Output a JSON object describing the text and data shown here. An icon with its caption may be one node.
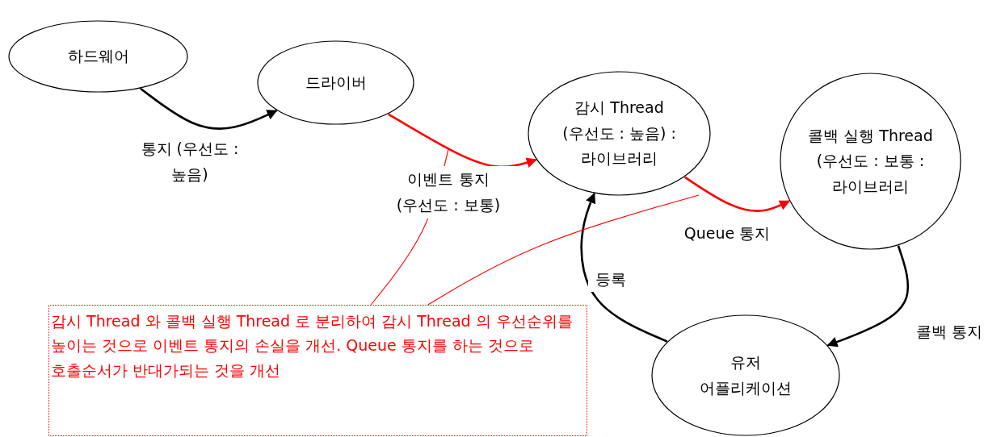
{
  "diagram": {
    "nodes": [
      {
        "text": [
          "하드웨어"
        ]
      },
      {
        "text": [
          "드라이버"
        ]
      },
      {
        "text": [
          "감시 Thread (우선도 : 높음) : 라이브러리"
        ]
      },
      {
        "text": [
          "콜백 실행 Thread (우선도 : 보통 : 라이브러리"
        ]
      },
      {
        "text": [
          "유저 어플리케이션"
        ]
      },
      {
        "text": [
          "감시 Thread 와 콜백 실행 Thread 로 분리하여 감시 Thread 의 우선순위를 높이는 것으로 이벤트 통지의 손실을 개선. Queue 통지를 하는 것으로 호출순서가 반대가되는 것을 개선"
        ]
      }
    ],
    "edges": [
      {
        "from": 0,
        "to": 1,
        "arrow": "to",
        "label": "통지 (우선도 : 높음)",
        "color": "#000000"
      },
      {
        "from": 1,
        "to": 2,
        "arrow": "to",
        "label": "이벤트 통지 (우선도 : 보통)",
        "color": "#ff0000"
      },
      {
        "from": 2,
        "to": 3,
        "arrow": "to",
        "label": "Queue 통지",
        "color": "#ff0000"
      },
      {
        "from": 3,
        "to": 4,
        "arrow": "to",
        "label": "콜백 통지",
        "color": "#000000"
      },
      {
        "from": 4,
        "to": 2,
        "arrow": "to",
        "label": "등록",
        "color": "#000000"
      },
      {
        "from": 5,
        "to": null,
        "arrow": "none",
        "color": "#ff0000"
      },
      {
        "from": 5,
        "to": null,
        "arrow": "none",
        "color": "#ff0000"
      }
    ]
  }
}
